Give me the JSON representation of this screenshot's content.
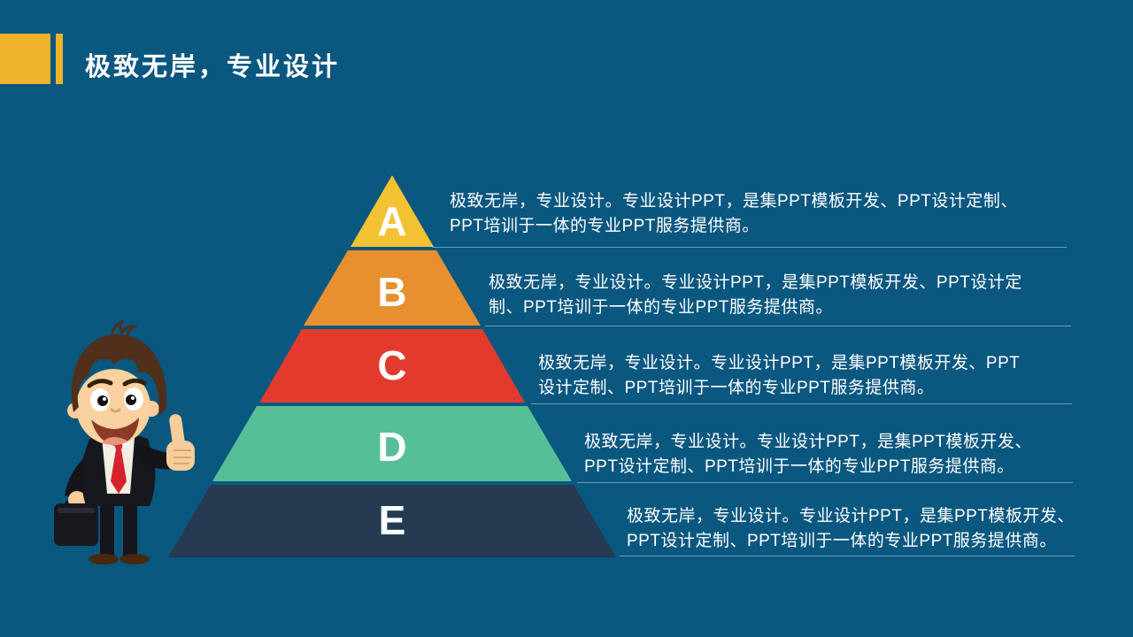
{
  "slide": {
    "title": "极致无岸，专业设计",
    "colors": {
      "background": "#0A5780",
      "accent": "#EDB32B",
      "divider_line": "#ABCBDE",
      "text": "#FFFFFF"
    }
  },
  "pyramid": {
    "levels": [
      {
        "letter": "A",
        "color": "#F2C233",
        "lines": [
          "极致无岸，专业设计。专业设计PPT，是集PPT模板开发、PPT设计定制、",
          "PPT培训于一体的专业PPT服务提供商。"
        ]
      },
      {
        "letter": "B",
        "color": "#E8902F",
        "lines": [
          "极致无岸，专业设计。专业设计PPT，是集PPT模板开发、PPT设计定",
          "制、PPT培训于一体的专业PPT服务提供商。"
        ]
      },
      {
        "letter": "C",
        "color": "#E23B2E",
        "lines": [
          "极致无岸，专业设计。专业设计PPT，是集PPT模板开发、PPT",
          "设计定制、PPT培训于一体的专业PPT服务提供商。"
        ]
      },
      {
        "letter": "D",
        "color": "#57BF97",
        "lines": [
          "极致无岸，专业设计。专业设计PPT，是集PPT模板开发、",
          "PPT设计定制、PPT培训于一体的专业PPT服务提供商。"
        ]
      },
      {
        "letter": "E",
        "color": "#263A52",
        "lines": [
          "极致无岸，专业设计。专业设计PPT，是集PPT模板开发、",
          "PPT设计定制、PPT培训于一体的专业PPT服务提供商。"
        ]
      }
    ]
  },
  "illustration": {
    "name": "businessman-thumbs-up"
  }
}
